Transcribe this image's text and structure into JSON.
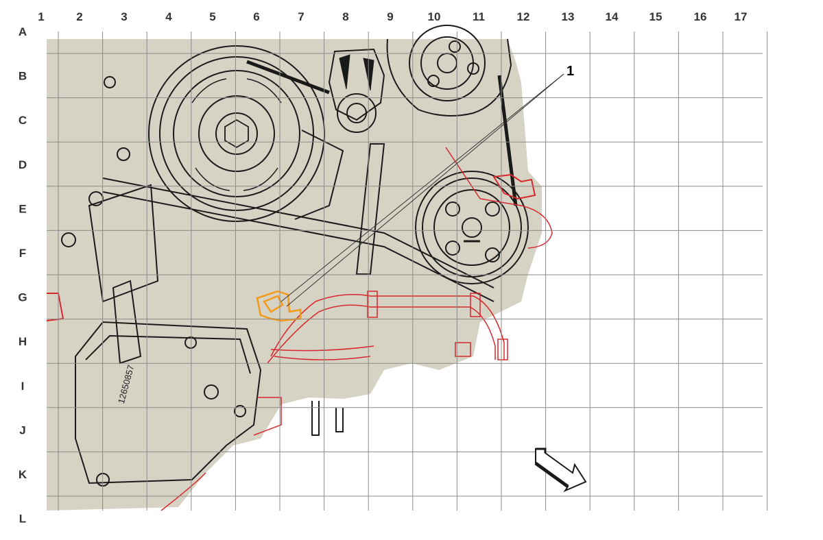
{
  "diagram": {
    "columns": [
      "1",
      "2",
      "3",
      "4",
      "5",
      "6",
      "7",
      "8",
      "9",
      "10",
      "11",
      "12",
      "13",
      "14",
      "15",
      "16",
      "17"
    ],
    "rows": [
      "A",
      "B",
      "C",
      "D",
      "E",
      "F",
      "G",
      "H",
      "I",
      "J",
      "K",
      "L"
    ],
    "callout": {
      "label": "1"
    },
    "part_number_text": "12650857",
    "colors": {
      "drawing_fill": "#d6d2c4",
      "line_art": "#1a1a1a",
      "grid": "#8a8a8a",
      "highlight_orange": "#f39a1a",
      "related_red": "#d9262b"
    },
    "icons": {
      "view_direction": "direction-arrow-icon"
    }
  }
}
